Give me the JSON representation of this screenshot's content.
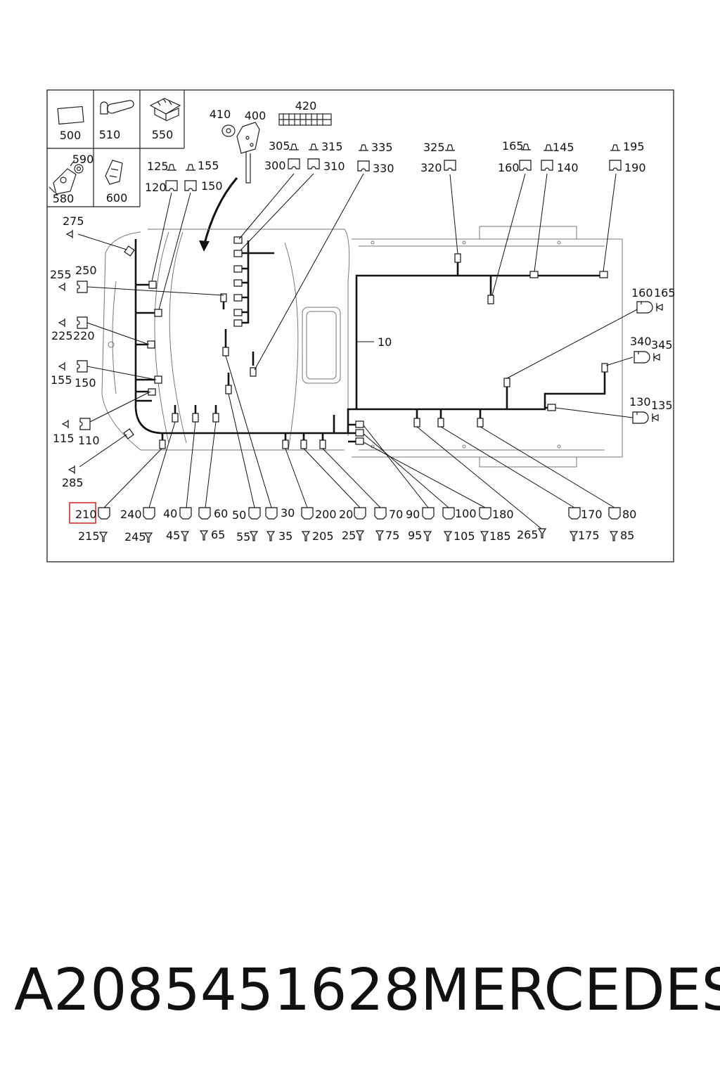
{
  "diagram": {
    "accent_color": "#d62b2b",
    "highlighted_label": "210",
    "legend_items": [
      "500",
      "510",
      "550",
      "580",
      "590",
      "600"
    ],
    "top_parts": [
      "410",
      "400",
      "420"
    ],
    "harness_label": "10",
    "callout_labels": [
      "305",
      "315",
      "300",
      "310",
      "335",
      "330",
      "325",
      "320",
      "165",
      "145",
      "160",
      "140",
      "195",
      "190",
      "125",
      "155",
      "120",
      "150",
      "275",
      "255",
      "250",
      "225",
      "220",
      "155",
      "150",
      "115",
      "110",
      "285",
      "160",
      "165",
      "340",
      "345",
      "130",
      "135",
      "210",
      "215",
      "240",
      "245",
      "40",
      "45",
      "60",
      "65",
      "50",
      "55",
      "30",
      "35",
      "200",
      "205",
      "20",
      "25",
      "70",
      "75",
      "90",
      "95",
      "100",
      "105",
      "180",
      "185",
      "265",
      "170",
      "175",
      "80",
      "85"
    ]
  },
  "footer": {
    "part_number": "A2085451628",
    "brand": "MERCEDES"
  }
}
